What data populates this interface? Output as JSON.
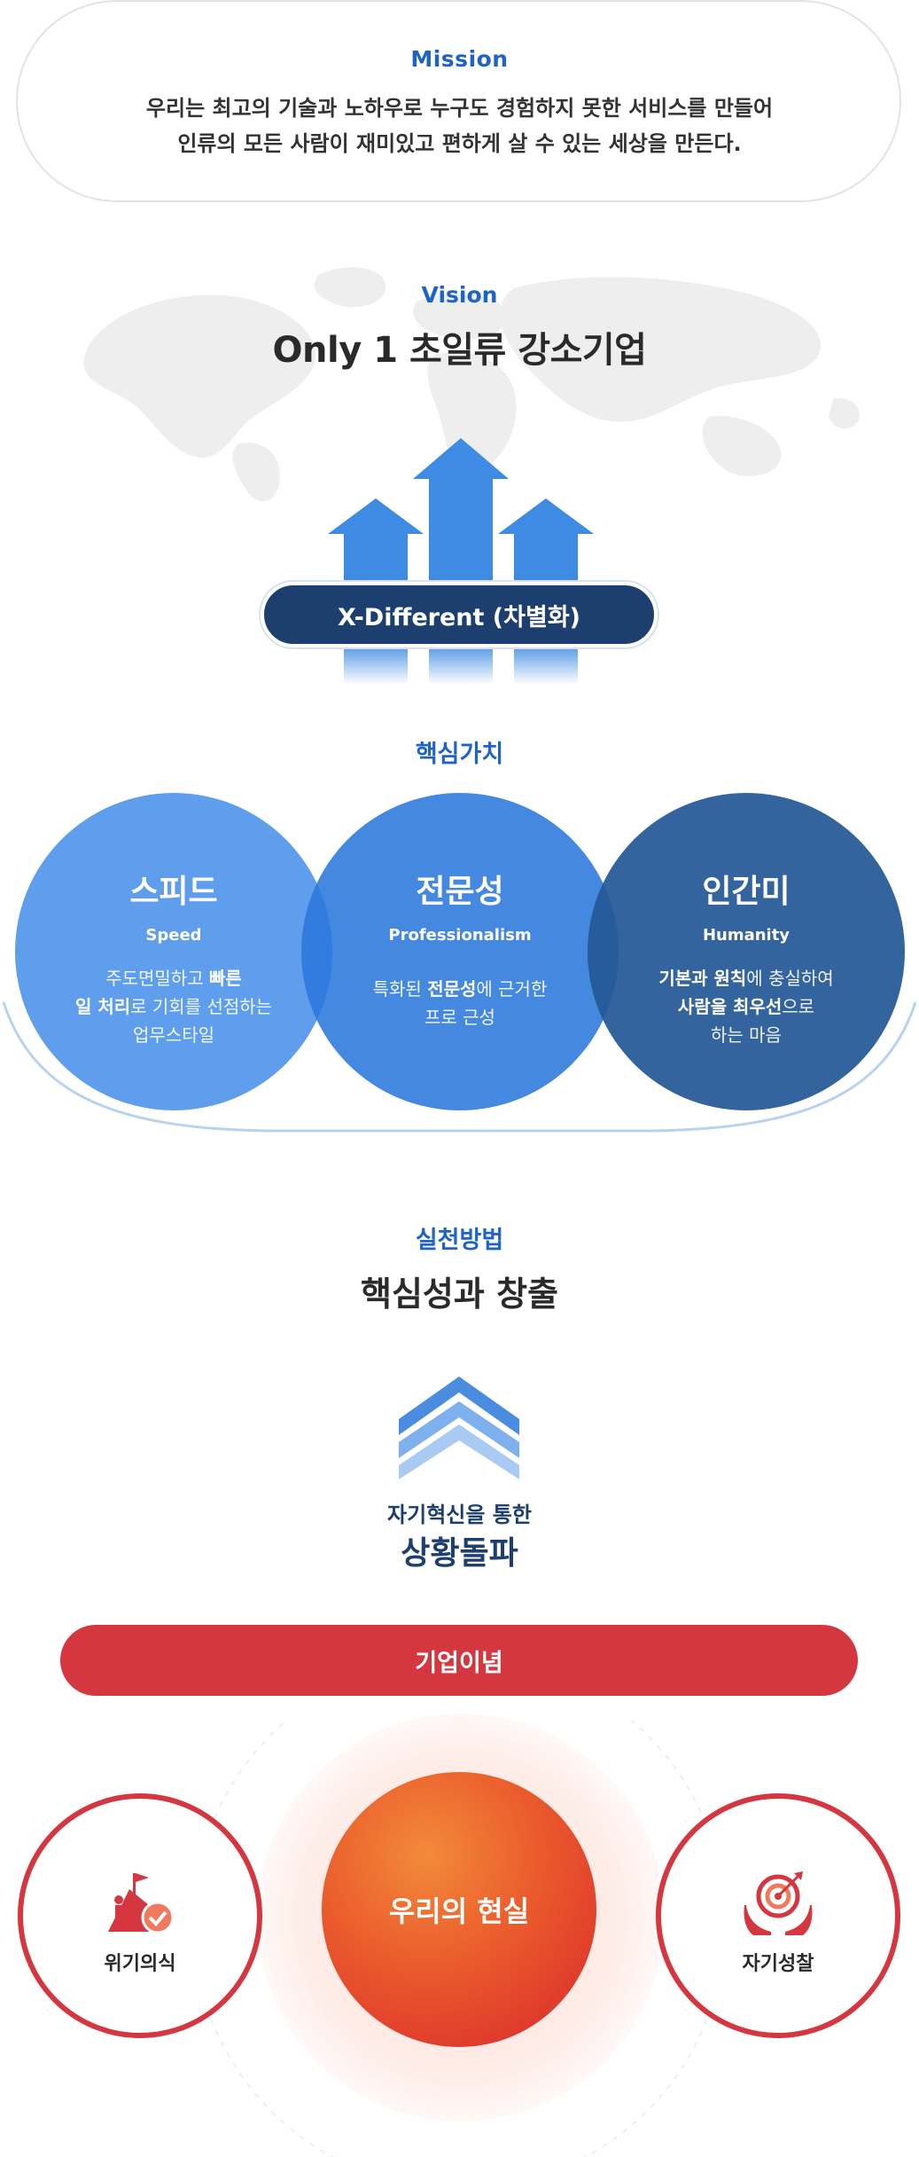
{
  "mission": {
    "title": "Mission",
    "line1": "우리는 최고의 기술과 노하우로 누구도 경험하지 못한 서비스를 만들어",
    "line2": "인류의 모든 사람이 재미있고 편하게 살 수 있는 세상을 만든다."
  },
  "vision": {
    "title": "Vision",
    "headline": "Only 1 초일류 강소기업",
    "pill": "X-Different (차별화)"
  },
  "core_values": {
    "title": "핵심가치",
    "items": [
      {
        "title": "스피드",
        "subtitle": "Speed",
        "line1_a": "주도면밀하고 ",
        "line1_b": "빠른",
        "line2_a": "일 처리",
        "line2_b": "로 기회를 선점하는",
        "line3": "업무스타일"
      },
      {
        "title": "전문성",
        "subtitle": "Professionalism",
        "line1_a": "특화된 ",
        "line1_b": "전문성",
        "line1_c": "에 근거한",
        "line2": "프로 근성"
      },
      {
        "title": "인간미",
        "subtitle": "Humanity",
        "line1_a": "기본과 원칙",
        "line1_b": "에 충실하여",
        "line2_a": "사람을 최우선",
        "line2_b": "으로",
        "line3": "하는 마음"
      }
    ]
  },
  "practice": {
    "title": "실천방법",
    "headline": "핵심성과 창출",
    "sub": "자기혁신을 통한",
    "main": "상황돌파"
  },
  "philosophy": {
    "title": "기업이념",
    "center": "우리의 현실",
    "left_label": "위기의식",
    "right_label": "자기성찰",
    "left_icon": "crisis-climb-icon",
    "right_icon": "target-hands-icon"
  },
  "colors": {
    "blue_accent": "#1f63c5",
    "navy": "#1d3f6f",
    "red": "#d4373f"
  }
}
